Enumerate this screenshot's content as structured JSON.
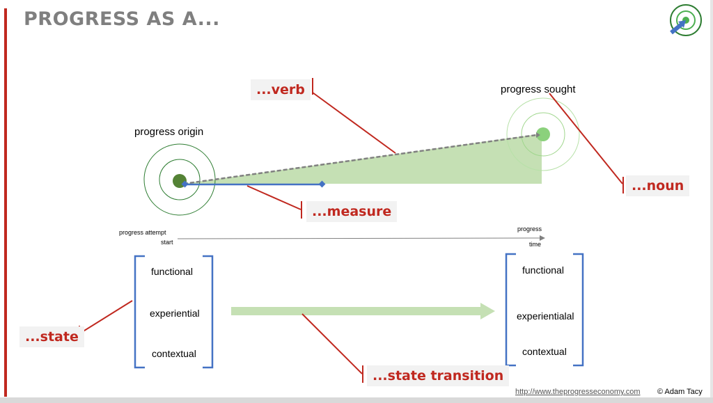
{
  "title": "PROGRESS AS A...",
  "labels": {
    "origin": "progress origin",
    "sought": "progress sought",
    "attempt_start_line1": "progress attempt",
    "attempt_start_line2": "start",
    "axis_end_line1": "progress",
    "axis_end_line2": "time"
  },
  "tags": {
    "verb": "...verb",
    "noun": "...noun",
    "measure": "...measure",
    "state": "...state",
    "transition": "...state transition"
  },
  "state_from": [
    "functional",
    "experiential",
    "contextual"
  ],
  "state_to": [
    "functional",
    "experientialal",
    "contextual"
  ],
  "footer": {
    "url": "http://www.theprogresseconomy.com",
    "copyright": "© Adam Tacy"
  },
  "colors": {
    "accent_red": "#c0281f",
    "green_dark": "#2e7d32",
    "green_light": "#8bd17c",
    "wedge_fill": "#c5e0b4",
    "bracket_blue": "#4472c4",
    "title_grey": "#7f7f7f"
  },
  "icons": {
    "logo": "target-with-arrow-icon"
  }
}
